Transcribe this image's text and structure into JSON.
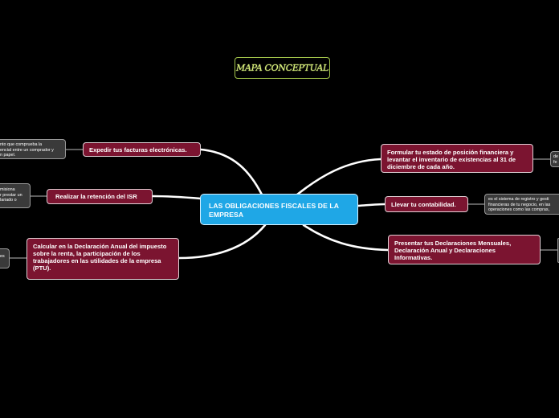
{
  "title": "MAPA CONCEPTUAL",
  "central": "LAS OBLIGACIONES FISCALES DE LA EMPRESA",
  "topics": {
    "facturas": "Expedir tus facturas electrónicas.",
    "retencion": "Realizar la retención del ISR",
    "declaracion_anual": "Calcular en la Declaración Anual del impuesto sobre la renta, la participación de los trabajadores en las utilidades de la empresa (PTU).",
    "estado_posicion": "Formular tu estado de posición financiera y levantar el inventario de existencias al 31 de diciembre de cada año.",
    "contabilidad": "Llevar tu contabilidad.",
    "declaraciones": "Presentar tus Declaraciones Mensuales, Declaración Anual y Declaraciones Informativas."
  },
  "notes": {
    "facturas": "nto que comprueba la\nencial entre un comprador y\nn papel.",
    "retencion": "misiona\nr prestar un\nlariado o",
    "declaracion_anual": "es",
    "estado_posicion": "de\nfe",
    "contabilidad": "es el sistema de registro y gesti\nfinancieras de tu negocio, en las\noperaciones como las compras,"
  },
  "colors": {
    "background": "#000000",
    "central": "#1fa7e6",
    "topic": "#7b1430",
    "note": "#3a3a3a",
    "title": "#d9f07a",
    "link": "#ffffff"
  }
}
